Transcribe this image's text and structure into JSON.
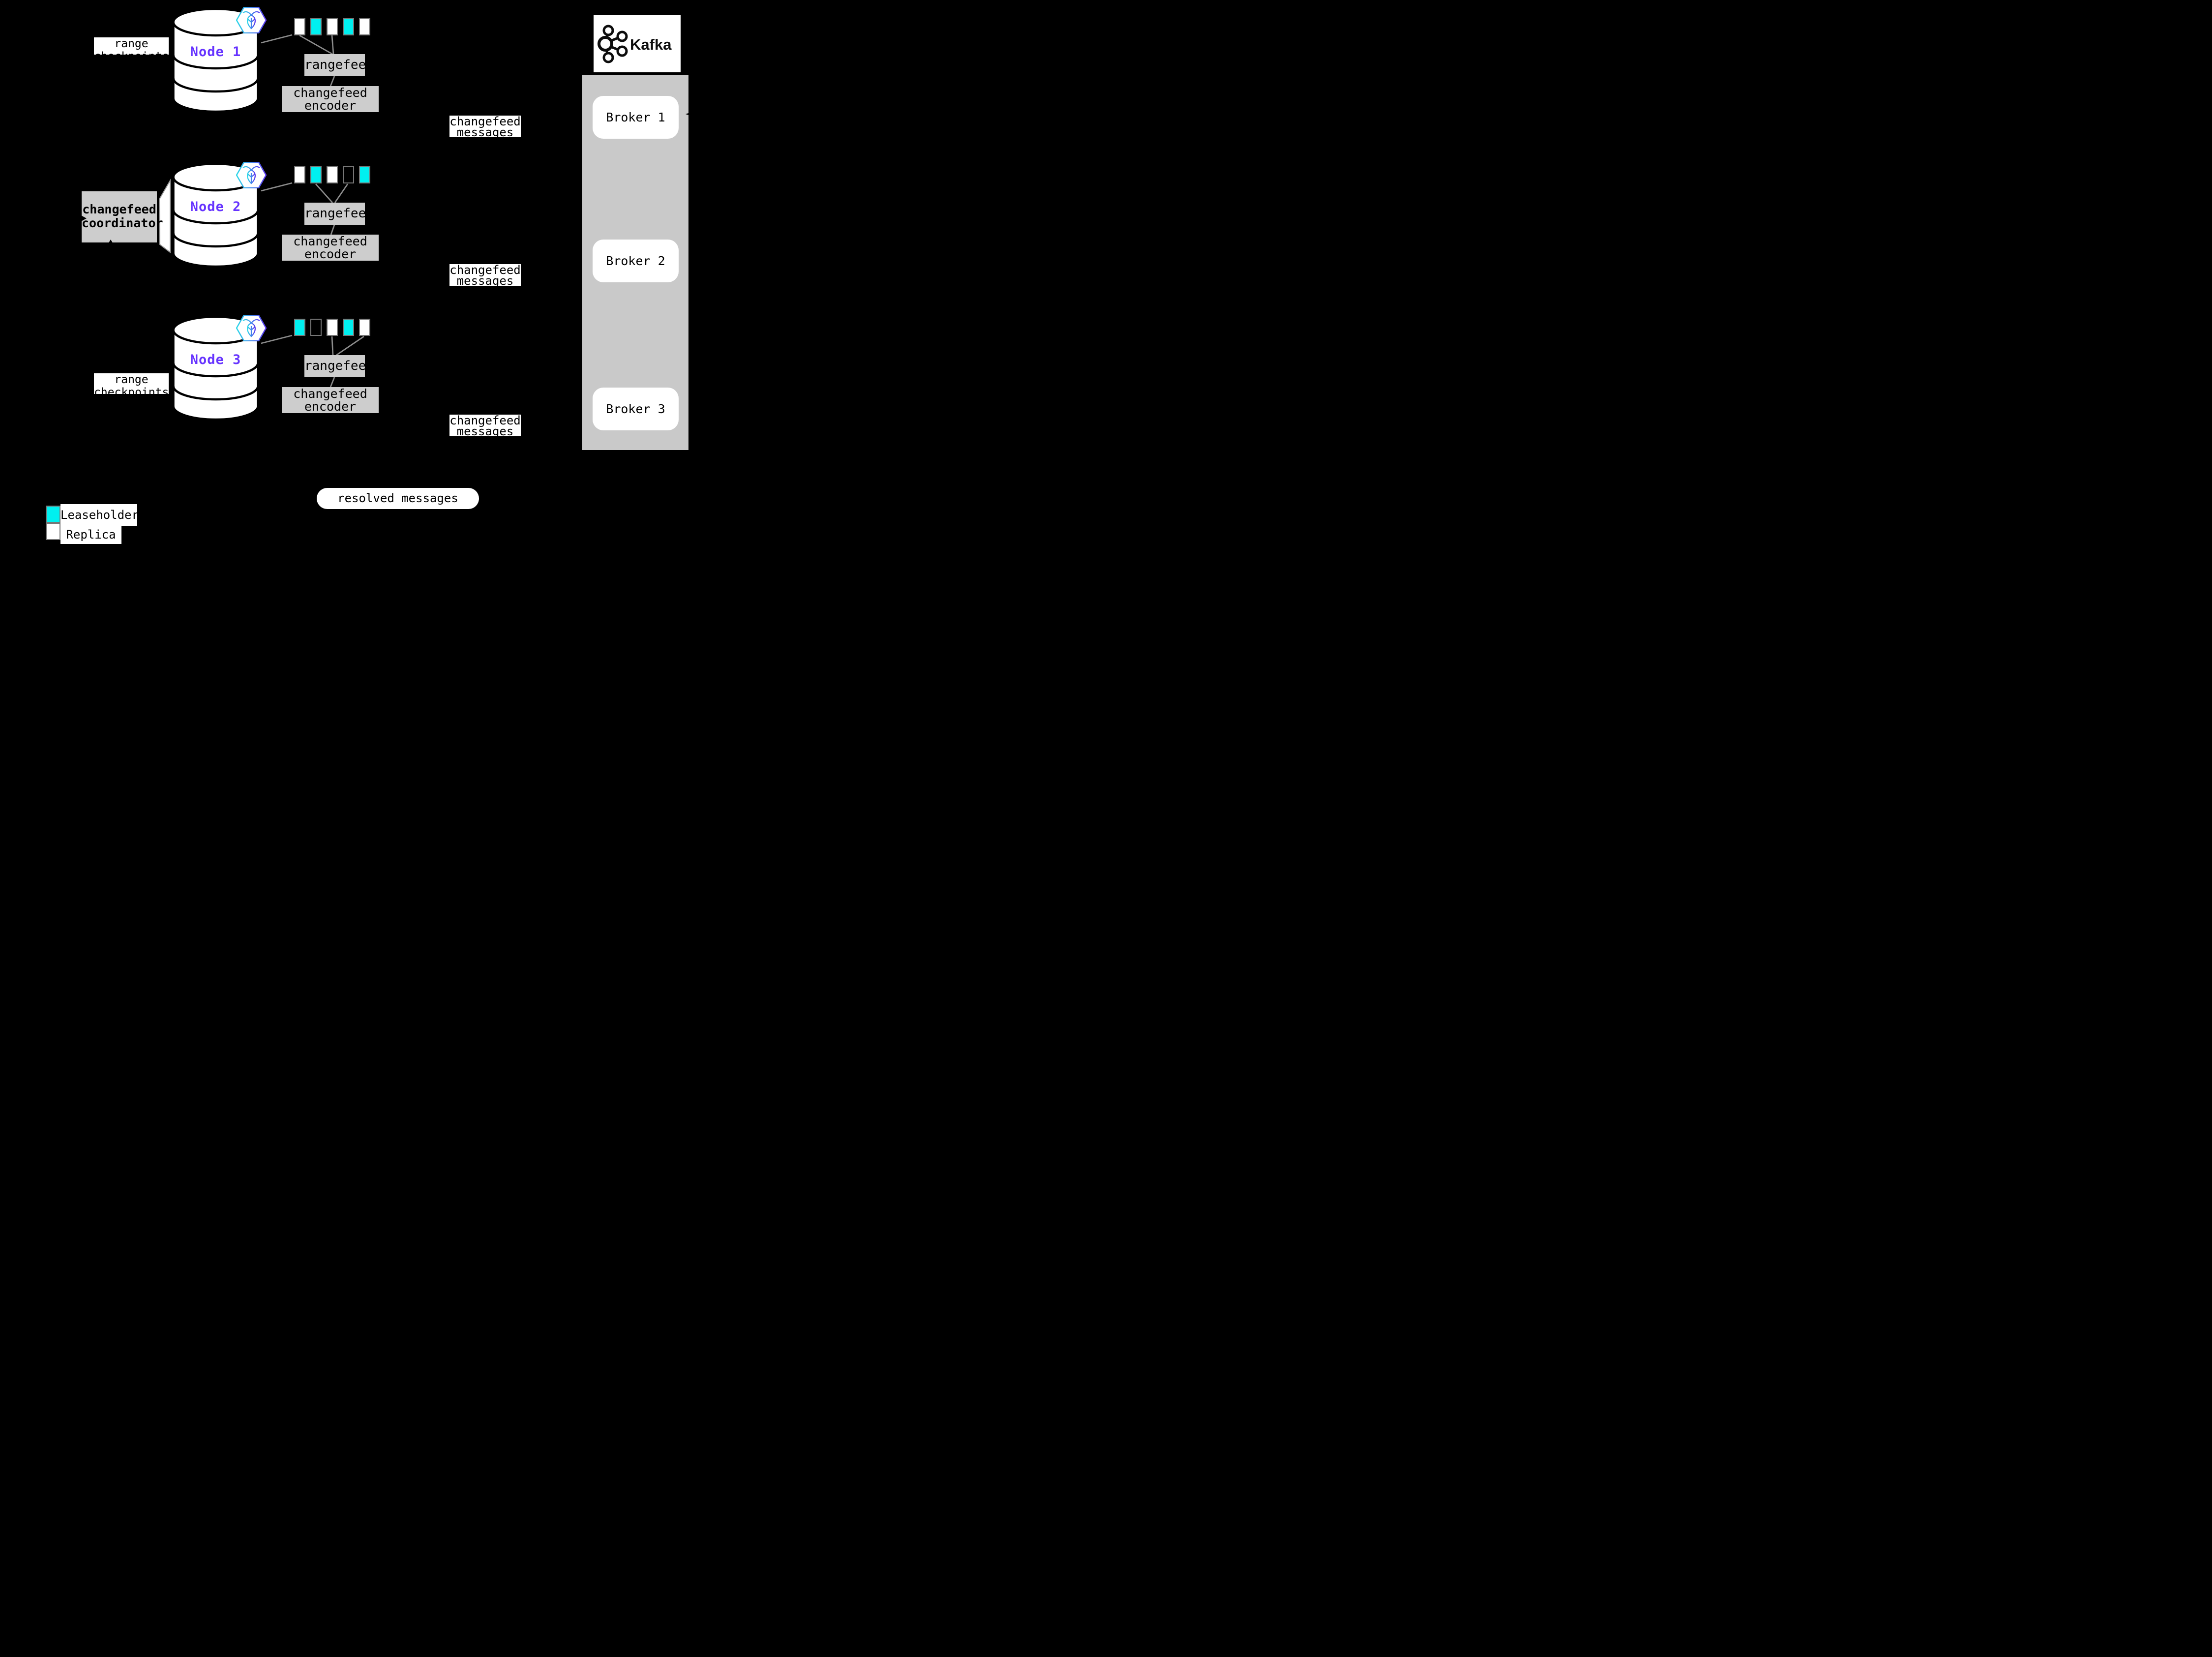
{
  "colors": {
    "leaseholder": "#00F0F0",
    "replica": "#FFFFFF",
    "empty": "transparent",
    "node_name_purple": "#6633FF",
    "box_gray": "#CDCDCD",
    "panel_gray": "#C9C9C9",
    "line_gray": "#8C8C8C",
    "square_border_gray": "#777777"
  },
  "nodes": [
    {
      "name": "Node 1",
      "ranges": [
        "replica",
        "leaseholder",
        "replica",
        "leaseholder",
        "replica"
      ],
      "rangefeed_label": "rangefeed",
      "encoder_label": "changefeed encoder",
      "messages_label": "changefeed messages"
    },
    {
      "name": "Node 2",
      "ranges": [
        "replica",
        "leaseholder",
        "replica",
        "empty",
        "leaseholder"
      ],
      "rangefeed_label": "rangefeed",
      "encoder_label": "changefeed encoder",
      "messages_label": "changefeed messages"
    },
    {
      "name": "Node 3",
      "ranges": [
        "leaseholder",
        "empty",
        "replica",
        "leaseholder",
        "replica"
      ],
      "rangefeed_label": "rangefeed",
      "encoder_label": "changefeed encoder",
      "messages_label": "changefeed messages"
    }
  ],
  "annotations": {
    "checkpoints_node1": "range checkpoints",
    "checkpoints_node3": "range checkpoints",
    "coordinator": "changefeed coordinator",
    "resolved": "resolved messages"
  },
  "kafka": {
    "logo_text": "Kafka",
    "brokers": [
      "Broker 1",
      "Broker 2",
      "Broker 3"
    ]
  },
  "legend": {
    "items": [
      {
        "swatch": "leaseholder",
        "label": "Leaseholder"
      },
      {
        "swatch": "replica",
        "label": "Replica"
      }
    ]
  }
}
